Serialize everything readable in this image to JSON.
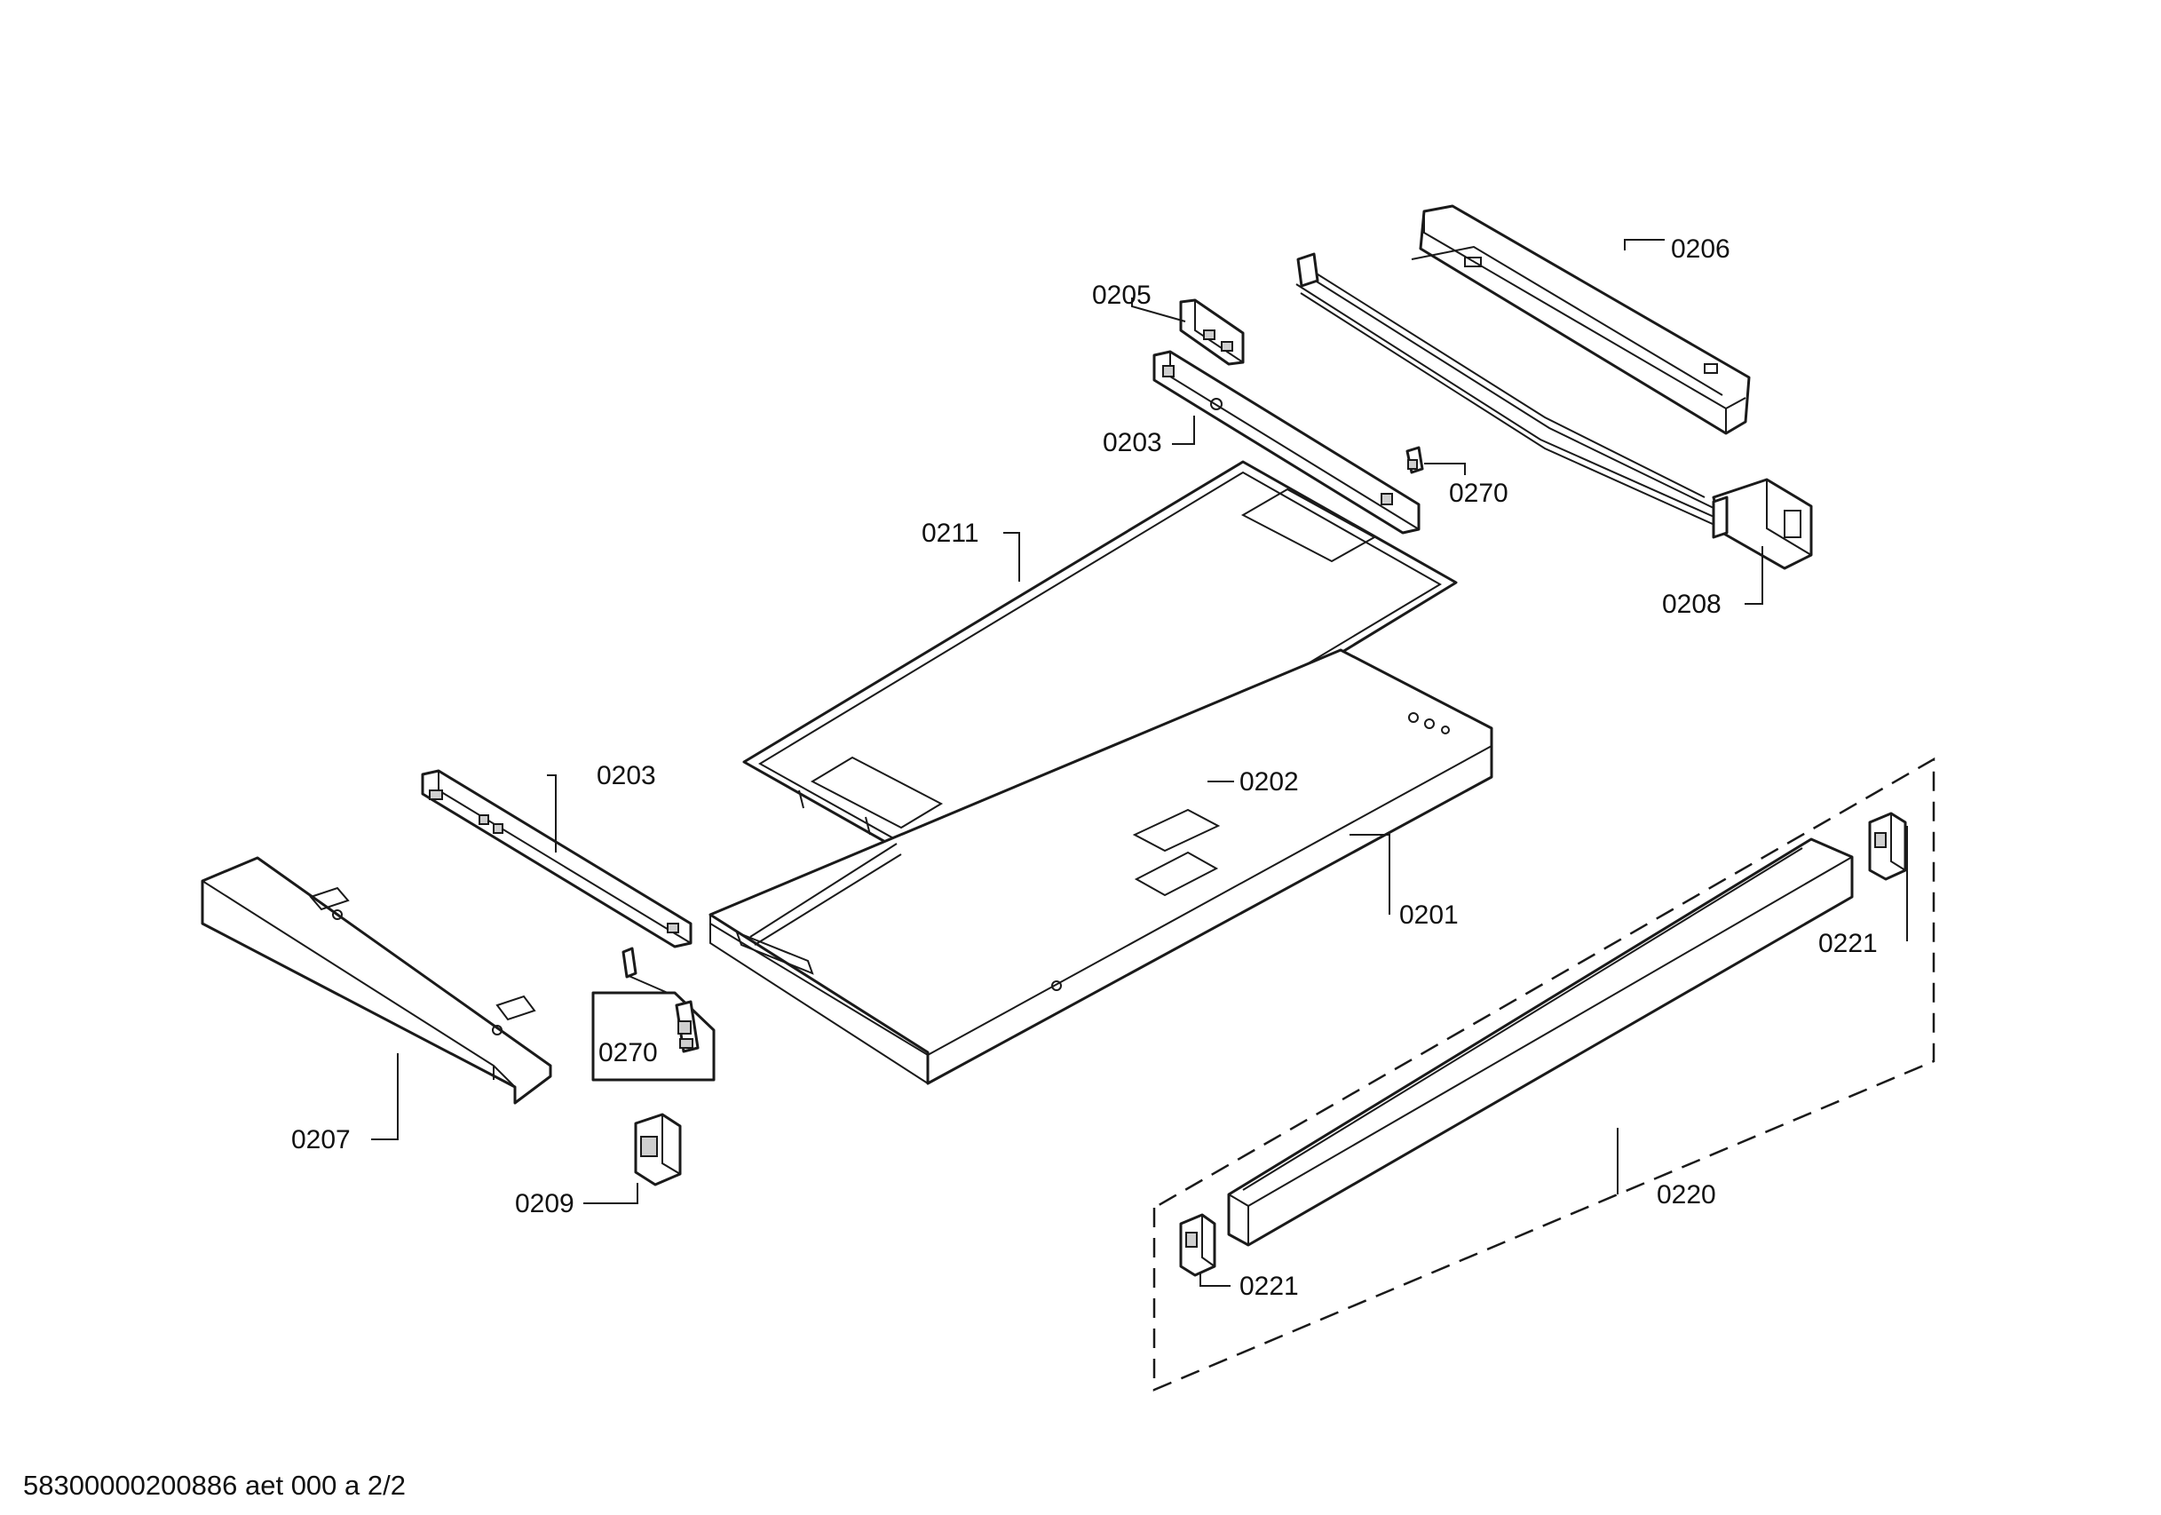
{
  "labels": {
    "p0206": "0206",
    "p0205": "0205",
    "p0203_top": "0203",
    "p0270_top": "0270",
    "p0211": "0211",
    "p0208": "0208",
    "p0203_left": "0203",
    "p0202": "0202",
    "p0201": "0201",
    "p0221_right": "0221",
    "p0270_box": "0270",
    "p0207": "0207",
    "p0209": "0209",
    "p0220": "0220",
    "p0221_left": "0221"
  },
  "footer": "58300000200886 aet 000 a 2/2"
}
